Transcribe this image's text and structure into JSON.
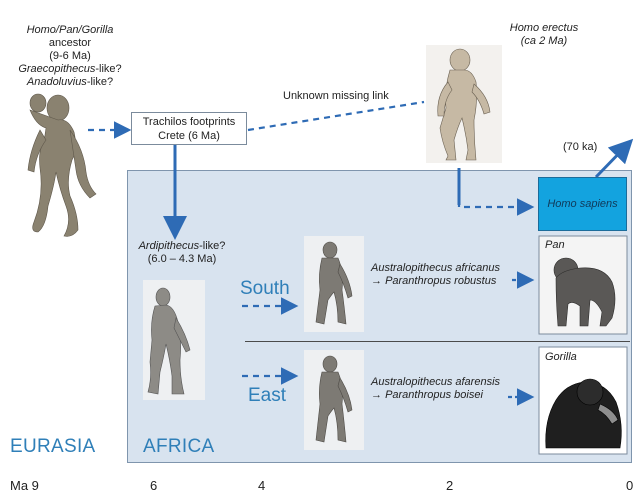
{
  "ancestor": {
    "line1_italic": "Homo/Pan/Gorilla",
    "line2": "ancestor",
    "line3": "(9-6 Ma)",
    "line4_italic": "Graecopithecus",
    "line4_rest": "-like?",
    "line5_italic": "Anadoluvius",
    "line5_rest": "-like?"
  },
  "footprints": {
    "line1": "Trachilos footprints",
    "line2": "Crete (6 Ma)"
  },
  "missing_link": "Unknown missing link",
  "homo_erectus": {
    "name": "Homo erectus",
    "date": "(ca 2 Ma)"
  },
  "ka_label": "(70 ka)",
  "homo_sapiens": "Homo sapiens",
  "ardipithecus": {
    "name_italic": "Ardipithecus",
    "name_rest": "-like?",
    "date": "(6.0 – 4.3 Ma)"
  },
  "south": {
    "label": "South",
    "line1": "Australopithecus africanus",
    "line2_prefix": "→ ",
    "line2": "Paranthropus robustus"
  },
  "east": {
    "label": "East",
    "line1": "Australopithecus afarensis",
    "line2_prefix": "→ ",
    "line2": "Paranthropus boisei"
  },
  "pan_label": "Pan",
  "gorilla_label": "Gorilla",
  "regions": {
    "eurasia": "EURASIA",
    "africa": "AFRICA"
  },
  "timeline": [
    "Ma 9",
    "6",
    "4",
    "2",
    "0"
  ],
  "colors": {
    "arrow": "#2e6bb5",
    "region_text": "#2f7fb8",
    "africa_panel": "#d8e3ef",
    "homo_sapiens_box": "#13a3df"
  }
}
